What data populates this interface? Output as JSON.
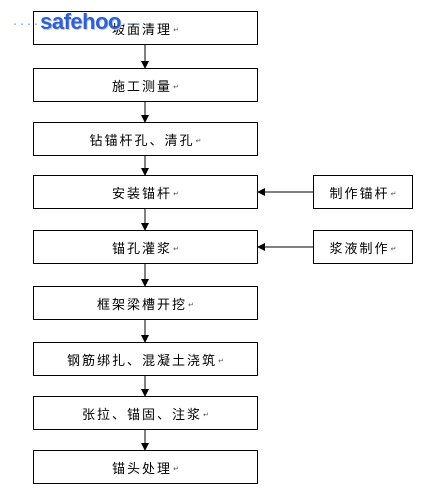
{
  "watermark": {
    "dots_left": "....",
    "brand": "safehoo",
    "dots_right": "...",
    "color": "#2f60d0",
    "accent": "#e0322a"
  },
  "para_mark": "↵",
  "steps": [
    "坡面清理",
    "施工测量",
    "钻锚杆孔、清孔",
    "安装锚杆",
    "锚孔灌浆",
    "框架梁槽开挖",
    "钢筋绑扎、混凝土浇筑",
    "张拉、锚固、注浆",
    "锚头处理"
  ],
  "side_inputs": [
    {
      "label": "制作锚杆",
      "target_step": 4
    },
    {
      "label": "浆液制作",
      "target_step": 5
    }
  ]
}
